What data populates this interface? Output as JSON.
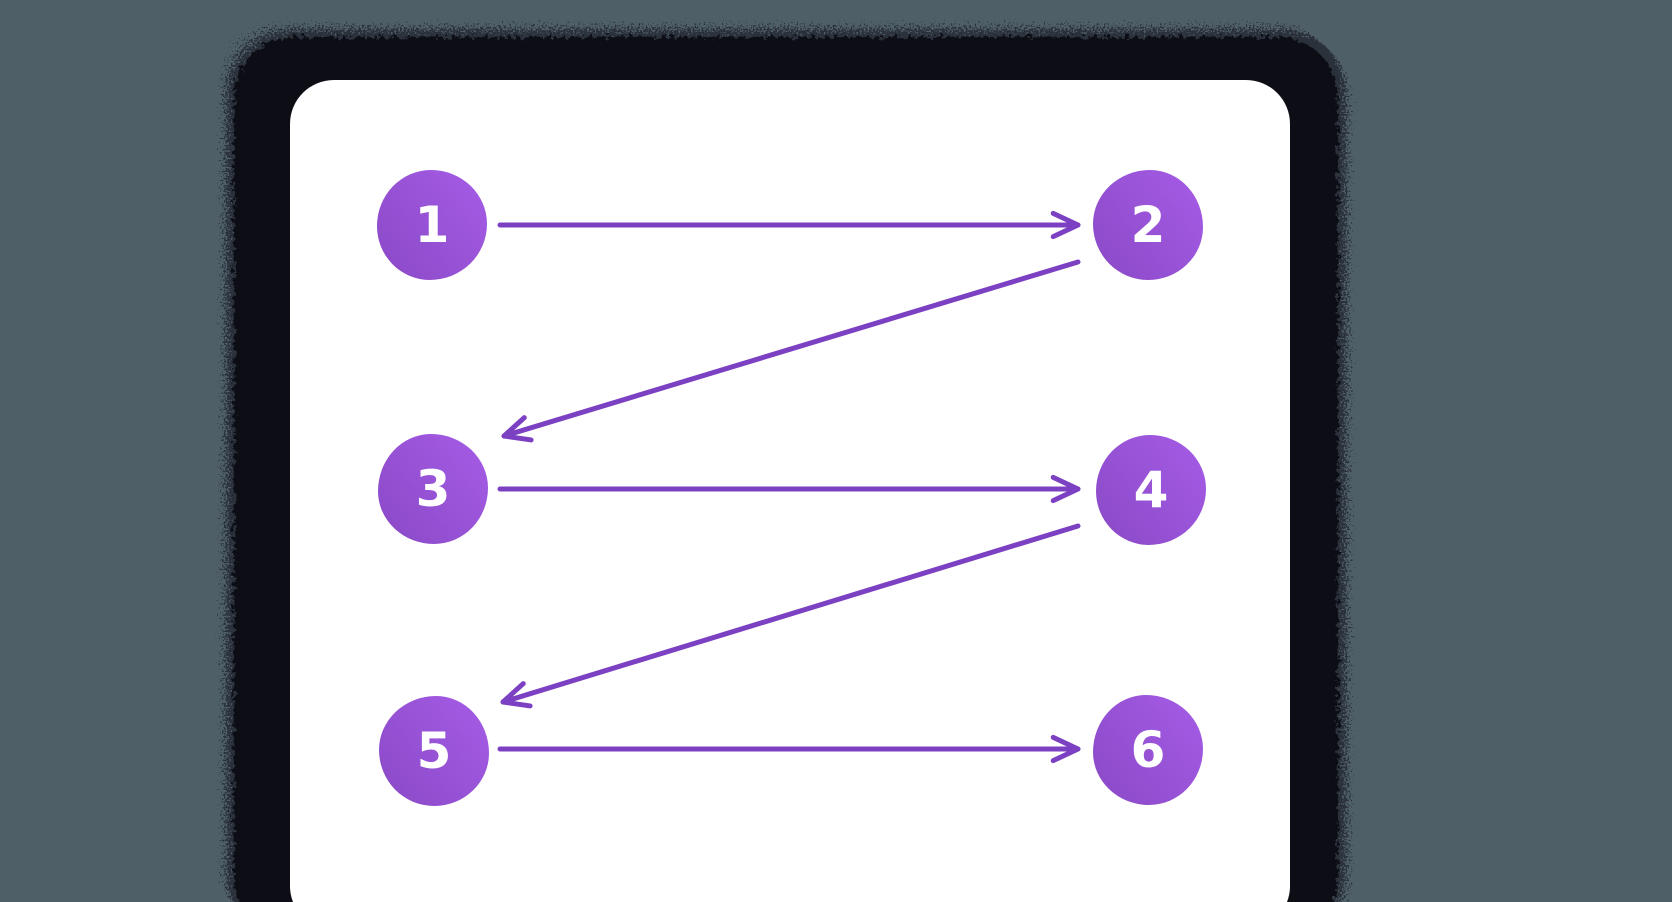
{
  "diagram": {
    "description": "six-step numbered flow, arrows zig-zag 1 to 6",
    "nodes": [
      {
        "id": "1",
        "label": "1"
      },
      {
        "id": "2",
        "label": "2"
      },
      {
        "id": "3",
        "label": "3"
      },
      {
        "id": "4",
        "label": "4"
      },
      {
        "id": "5",
        "label": "5"
      },
      {
        "id": "6",
        "label": "6"
      }
    ],
    "edges": [
      {
        "from": "1",
        "to": "2",
        "direction": "right"
      },
      {
        "from": "2",
        "to": "3",
        "direction": "down-left"
      },
      {
        "from": "3",
        "to": "4",
        "direction": "right"
      },
      {
        "from": "4",
        "to": "5",
        "direction": "down-left"
      },
      {
        "from": "5",
        "to": "6",
        "direction": "right"
      }
    ]
  },
  "colors": {
    "background": "#4e5f68",
    "card": "#ffffff",
    "shadow": "#0f0f12",
    "arrow": "#7c41c2",
    "node_gradient_start": "#8a49c6",
    "node_gradient_end": "#a55ce6",
    "node_text": "#ffffff"
  }
}
